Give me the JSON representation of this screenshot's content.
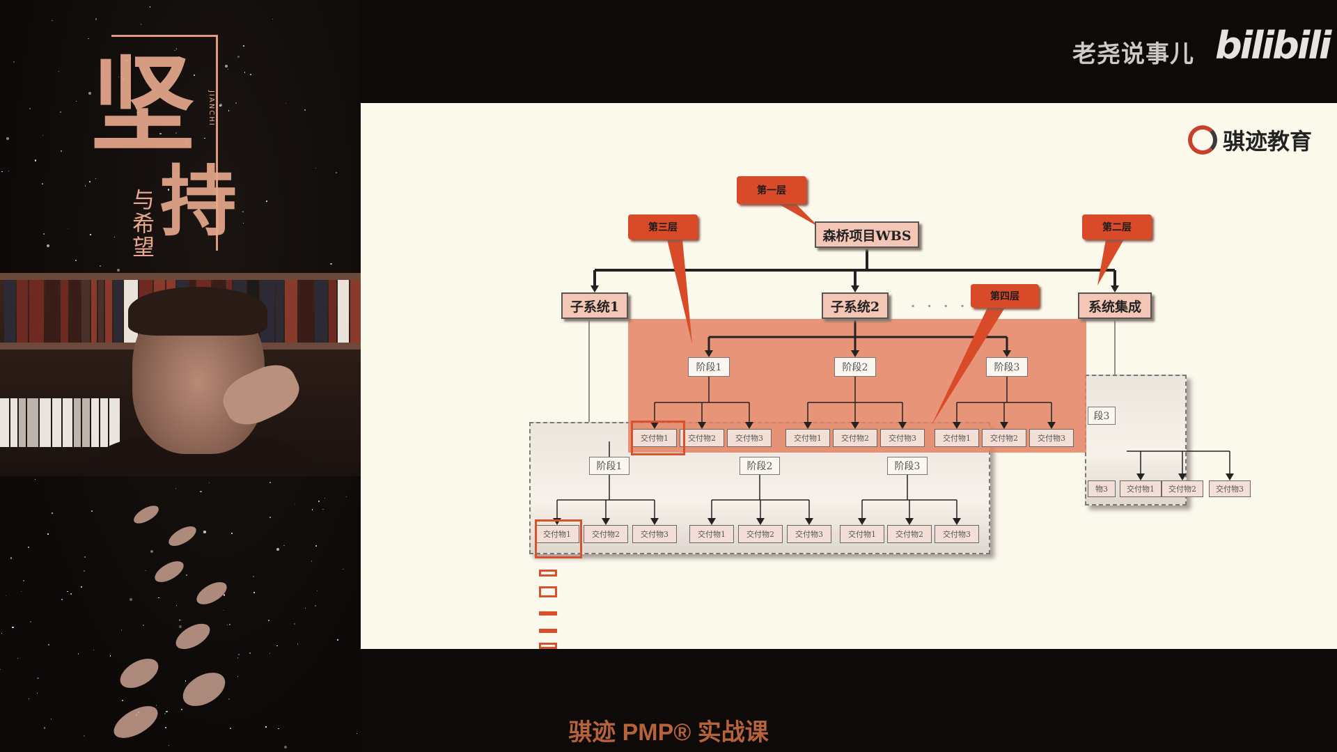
{
  "header": {
    "channel_name": "老尧说事儿",
    "platform_logo": "bilibili"
  },
  "poster": {
    "title_char_1": "坚",
    "title_char_2": "持",
    "subtitle_chars": "与希望",
    "latin": "JIANCHI"
  },
  "slide": {
    "brand_name": "骐迹教育",
    "brand_icon": "qiji-logo-icon",
    "diagram": {
      "root": "森桥项目WBS",
      "level1": [
        "子系统1",
        "子系统2",
        "系统集成"
      ],
      "stages": [
        "阶段1",
        "阶段2",
        "阶段3"
      ],
      "deliverables": [
        "交付物1",
        "交付物2",
        "交付物3"
      ],
      "back_panel_partial_stage": "段3",
      "back_panel_partial_leaf": "物3",
      "callouts": {
        "level_one": "第一层",
        "level_two": "第二层",
        "level_three": "第三层",
        "level_four": "第四层"
      },
      "ellipsis": "· · · · · · ·",
      "accent_color": "#d94a28"
    }
  },
  "footer": {
    "course_title": "骐迹 PMP® 实战课"
  }
}
